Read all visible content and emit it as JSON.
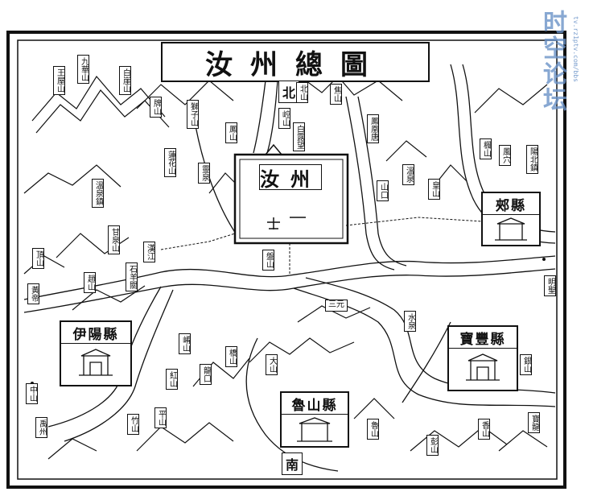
{
  "title": "汝州總圖",
  "city": {
    "name": "汝州"
  },
  "directions": {
    "north": "北",
    "south": "南"
  },
  "counties": {
    "yiyang": "伊陽縣",
    "baofeng": "寶豐縣",
    "jia": "郟縣",
    "lushan": "魯山縣"
  },
  "labels": {
    "wangwushan": "王屋山",
    "jiuhuashan": "九華山",
    "baiyashan": "白崖山",
    "biaoshan": "牌山",
    "shizishan": "獅子山",
    "beishan": "北山",
    "jiaoshan": "焦山",
    "kongshan": "崆山",
    "fengshan": "鳳山",
    "bailuwang": "白露望",
    "fengshan2": "楓山",
    "fengtangshan": "鳳凰唐",
    "lianhuashan": "蓮花山",
    "lingquan": "靈泉",
    "wenyin": "溫泉",
    "huangshan": "皇山",
    "wenzhen": "溫泉鎮",
    "shankoutan": "山口",
    "fengkou": "風穴",
    "yangbei": "陽北鎮",
    "hanjiang": "漢江",
    "shiyang": "石羊關",
    "dingshan": "頂山",
    "zhaoshan": "趙山",
    "huangdi": "黃帝",
    "panshan": "盤山",
    "mingsheng": "明聖",
    "ganquan": "甘泉山",
    "shuiquan": "水泉",
    "xiaoshan": "崤山",
    "sanyuan": "三元",
    "qiaoshan": "橋山",
    "dashan": "大山",
    "hongshan": "紅山",
    "longkou": "龍口",
    "lushanshan": "魯山",
    "pengshan": "彭山",
    "zhushan": "竹山",
    "xiangshan": "香山",
    "yinshan": "銀山",
    "baolong": "寶龍",
    "pingshan": "平山",
    "zhongshan": "中山",
    "yuzhong": "禹州"
  },
  "watermark": {
    "text": "时空论坛",
    "url": "tv.rz1ptv.com/bbs"
  }
}
